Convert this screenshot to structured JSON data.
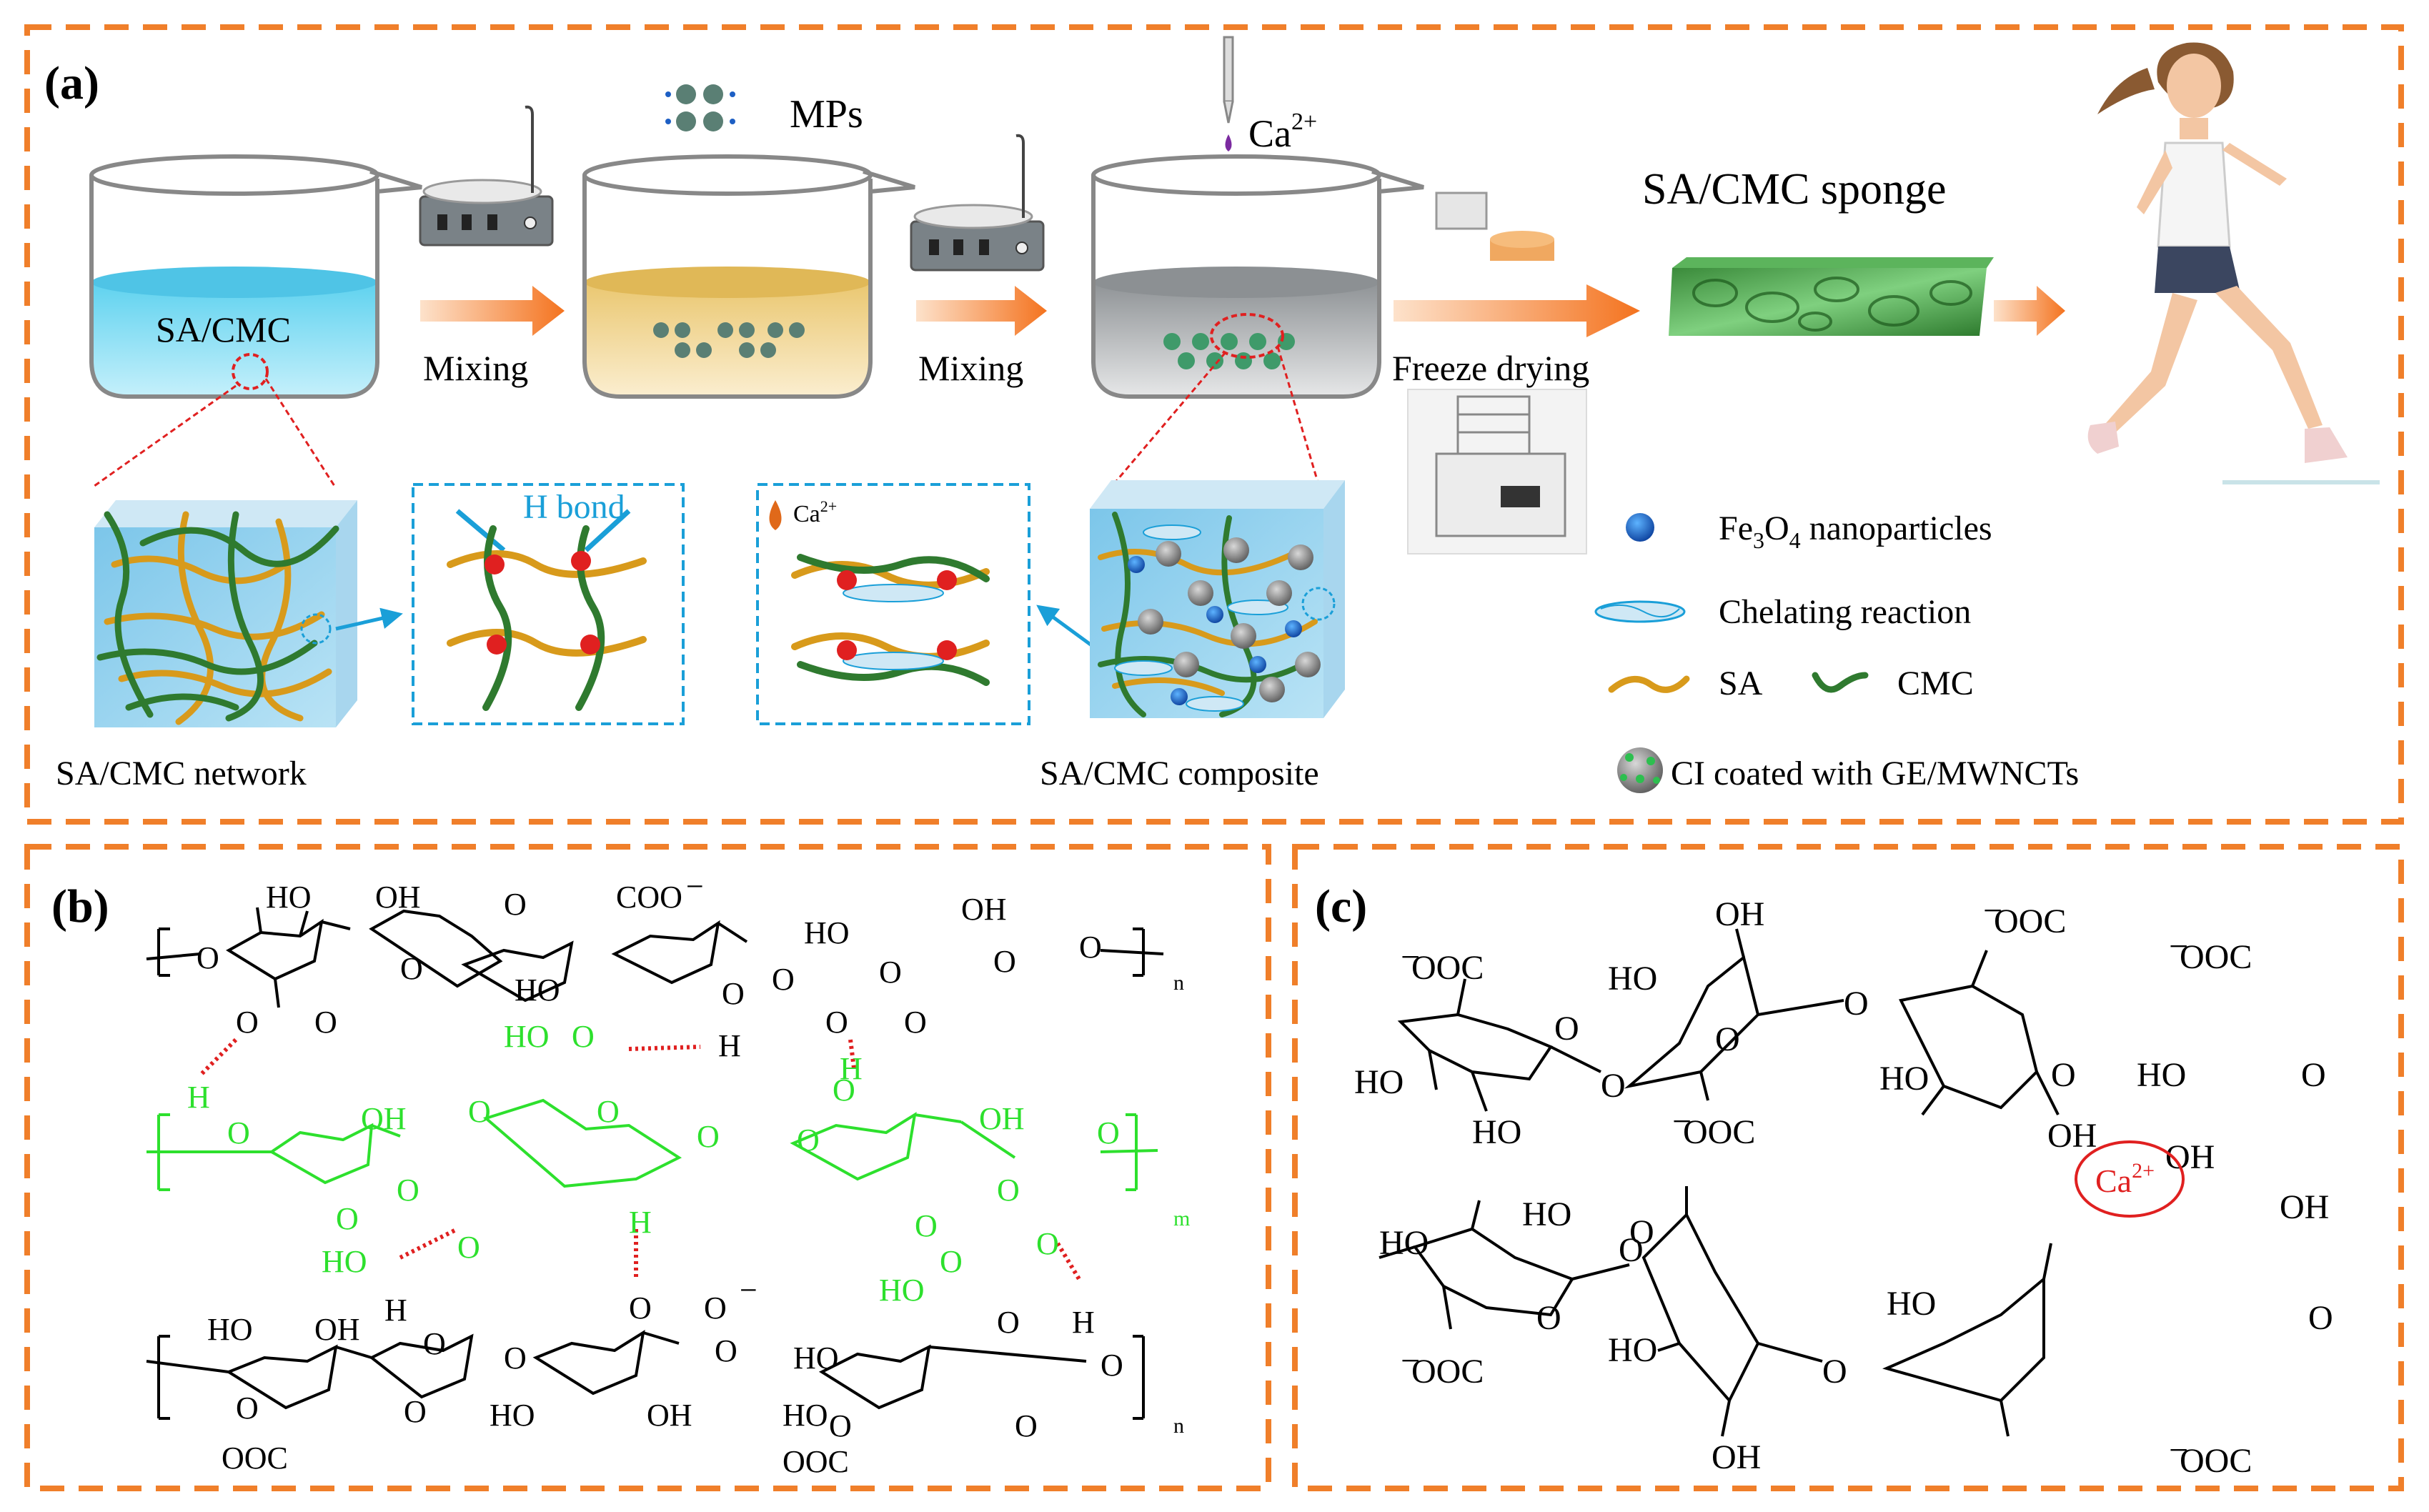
{
  "panel_a": {
    "label": "(a)",
    "mps_label": "MPs",
    "ca_label_base": "Ca",
    "ca_label_sup": "2+",
    "beaker1_text": "SA/CMC",
    "mixing_1": "Mixing",
    "mixing_2": "Mixing",
    "freeze_drying": "Freeze drying",
    "sponge_label": "SA/CMC sponge",
    "h_bond": "H bond",
    "ca_box_base": "Ca",
    "ca_box_sup": "2+",
    "network_caption": "SA/CMC network",
    "composite_caption": "SA/CMC composite",
    "legend": {
      "fe3o4": {
        "a": "Fe",
        "s1": "3",
        "b": "O",
        "s2": "4",
        "c": " nanoparticles"
      },
      "chelating": "Chelating reaction",
      "sa": "SA",
      "cmc": "CMC",
      "ci": "CI coated with GE/MWNCTs"
    }
  },
  "panel_b": {
    "label": "(b)",
    "top": {
      "ho1": "HO",
      "oh1": "OH",
      "o_bridge1": "O",
      "coo_minus": "COO",
      "minus": "−",
      "ho2": "HO",
      "oh2": "OH",
      "o_left": "O",
      "o_ring1": "O",
      "o_ring2": "O",
      "o_ring3": "O",
      "o_end": "O",
      "ho3": "HO",
      "ho4": "HO",
      "o_ring_mid": "O",
      "o_b": "O",
      "o_carb1": "O",
      "o_carb1b": "O",
      "o_carb2": "O",
      "o_carb2b": "O",
      "h_oh": "H",
      "o_oh": "O",
      "sub_n": "n"
    },
    "middle": {
      "h1": "H",
      "o1": "O",
      "oh1": "OH",
      "o2": "O",
      "ho_carb": "HO",
      "o3": "O",
      "o4": "O",
      "o5": "O",
      "o6": "O",
      "o7": "O",
      "h2": "H",
      "o8": "O",
      "oh2": "OH",
      "o9": "O",
      "o10": "O",
      "ho_a": "HO",
      "o_carb_a": "O",
      "o_carb_b": "O",
      "h3": "H",
      "o11": "O",
      "ho_b": "HO",
      "o_carb_c": "O",
      "o_carb_d": "O",
      "sub_m": "m"
    },
    "bottom": {
      "h": "H",
      "o1": "O",
      "ho1": "HO",
      "oh1": "OH",
      "o2": "O",
      "o3": "O",
      "coo": "OOC",
      "o4": "O",
      "o5": "O",
      "minus": "−",
      "ho2": "HO",
      "oh2": "OH",
      "o6": "O",
      "o7": "O",
      "ho3": "HO",
      "o8": "O",
      "oh3": "O",
      "h2": "H",
      "o9": "O",
      "ho4": "HO",
      "ooc2": "OOC",
      "o10": "O",
      "sub_n": "n"
    }
  },
  "panel_c": {
    "label": "(c)",
    "ca_base": "Ca",
    "ca_sup": "2+",
    "texts": {
      "ooc_tl": "OOC",
      "o1": "O",
      "ho1": "HO",
      "ho2": "HO",
      "o2": "O",
      "oh1": "OH",
      "ho3": "HO",
      "o3": "O",
      "o4": "O",
      "ooc1": "OOC",
      "o5": "O",
      "ooc_tr": "OOC",
      "o6": "O",
      "ho4": "HO",
      "o7": "O",
      "oh2": "OH",
      "ho5": "HO",
      "ho6": "HO",
      "o8": "O",
      "ooc2": "OOC",
      "o9": "O",
      "ho7": "HO",
      "o10": "O",
      "oh3": "OH",
      "ho8": "HO",
      "o11": "O",
      "ooc3": "OOC",
      "oh4": "OH",
      "o12": "O",
      "ho9": "HO",
      "o13": "O",
      "ooc4": "OOC",
      "oh5": "OH"
    },
    "minus": "−"
  },
  "colors": {
    "frame": "#f07f2a",
    "sa": "#d89a1b",
    "cmc": "#2f7a2f",
    "green_struct": "#2de02d",
    "hbond": "#e02020",
    "blue": "#1a9fd8",
    "ca_red": "#e02020"
  }
}
